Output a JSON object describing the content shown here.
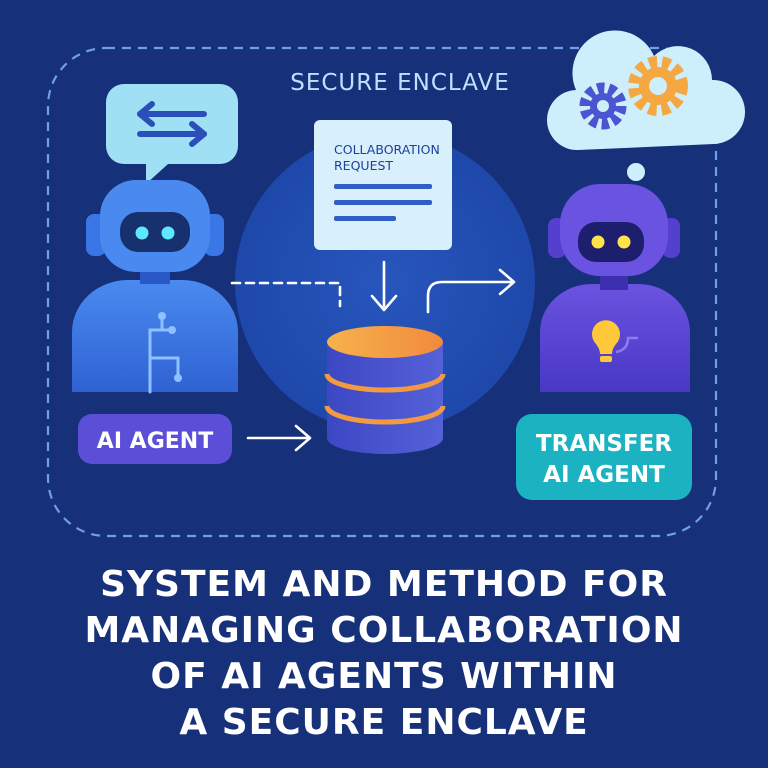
{
  "enclave": {
    "label": "SECURE ENCLAVE"
  },
  "document": {
    "title_line1": "COLLABORATION",
    "title_line2": "REQUEST"
  },
  "agents": {
    "left": {
      "label": "AI AGENT"
    },
    "right": {
      "label_line1": "TRANSFER",
      "label_line2": "AI AGENT"
    }
  },
  "title": {
    "lines": [
      "SYSTEM AND METHOD FOR",
      "MANAGING COLLABORATION",
      "OF AI AGENTS WITHIN",
      "A SECURE ENCLAVE"
    ]
  },
  "icons": {
    "chat": "bidirectional-arrow-chat-icon",
    "thought": "gears-cloud-icon",
    "database": "database-icon",
    "lightbulb": "lightbulb-icon"
  },
  "colors": {
    "background": "#16307a",
    "enclave_border": "#6f9fe6",
    "left_agent": "#3f7fe8",
    "right_agent": "#5a47d6",
    "left_label_bg": "#5b4fd8",
    "right_label_bg": "#1bb2c2",
    "database_top": "#f7a94a",
    "database_body": "#4750c9",
    "document_bg": "#d8f0fb",
    "gear_orange": "#f5a742",
    "gear_blue": "#4b55d1"
  }
}
